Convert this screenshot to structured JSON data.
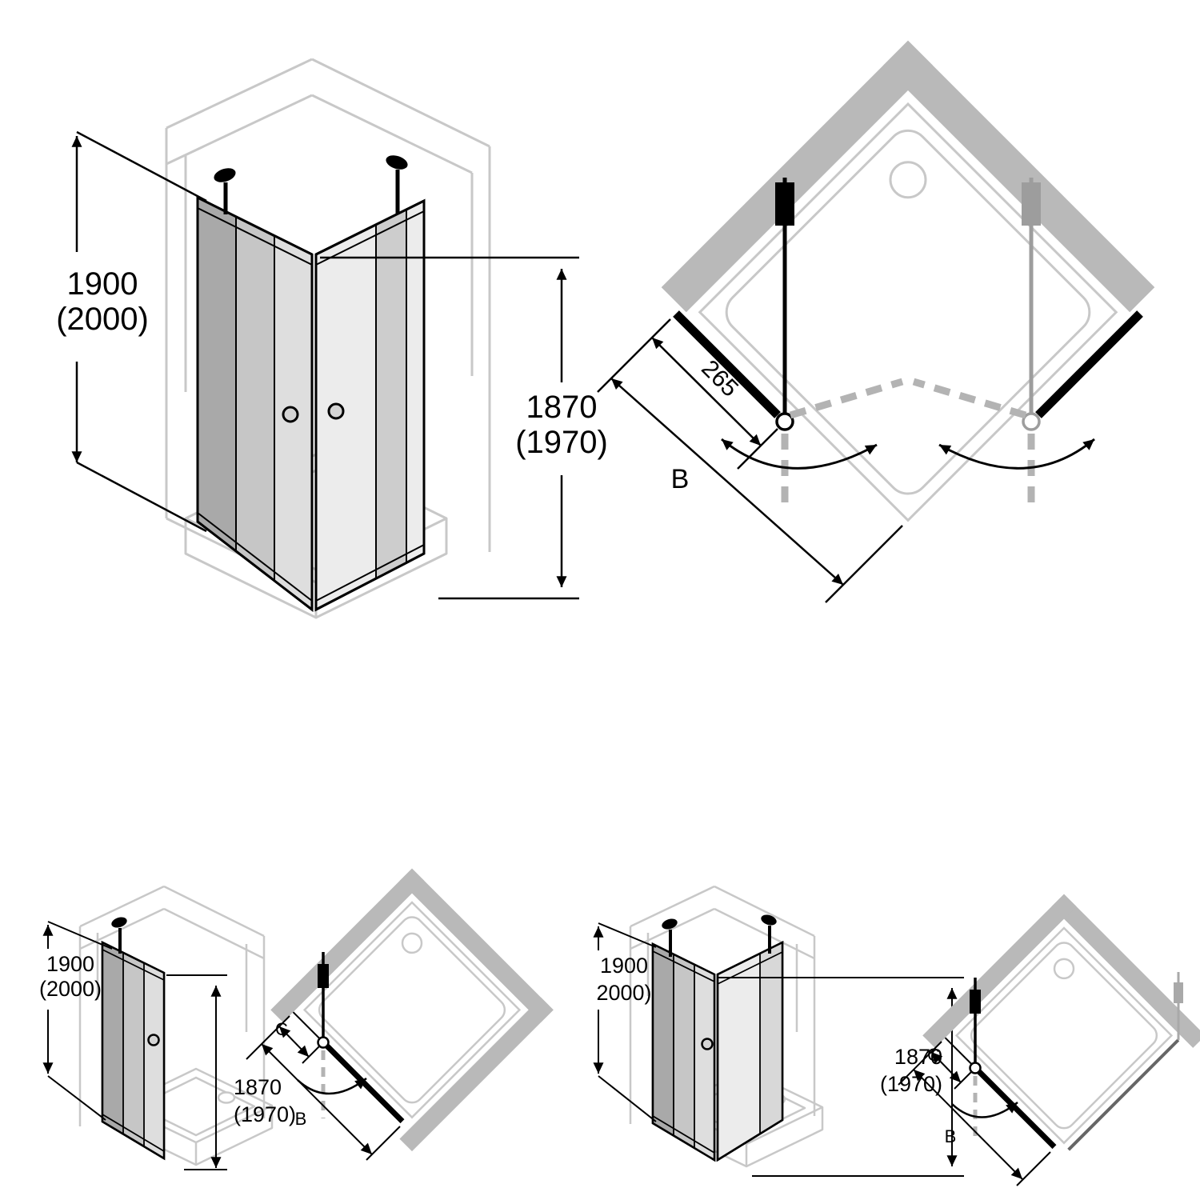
{
  "document": {
    "type": "shower-enclosure-technical-drawing",
    "background": "#ffffff"
  },
  "figures": {
    "corner_entry_isometric": {
      "overall_height": "1900",
      "overall_height_alt": "(2000)",
      "glass_height": "1870",
      "glass_height_alt": "(1970)"
    },
    "corner_entry_plan": {
      "door_segment_width": "265",
      "entry_width_label": "B"
    },
    "niche_door_isometric": {
      "overall_height": "1900",
      "overall_height_alt": "(2000)",
      "glass_height": "1870",
      "glass_height_alt": "(1970)"
    },
    "niche_door_plan": {
      "hinge_offset_label": "C",
      "entry_width_label": "B"
    },
    "corner_door_isometric": {
      "overall_height": "1900",
      "overall_height_alt": "2000)",
      "glass_height": "1870",
      "glass_height_alt": "(1970)"
    },
    "corner_door_plan": {
      "hinge_offset_label": "C",
      "entry_width_label": "B"
    }
  },
  "colors": {
    "line_black": "#000000",
    "wall_outline_gray": "#c8c8c8",
    "wall_fill_gray": "#b9b9b9",
    "glass_shade_dark": "#a9a9a9",
    "glass_shade_mid": "#c6c6c6",
    "glass_shade_light": "#dedede",
    "dashed_swing_gray": "#b3b3b3",
    "hardware_gray": "#9d9d9d"
  }
}
